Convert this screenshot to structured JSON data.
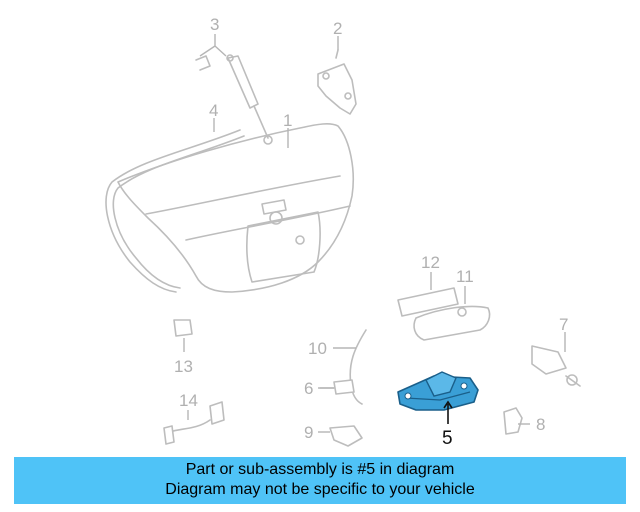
{
  "callouts": {
    "c1": "1",
    "c2": "2",
    "c3": "3",
    "c4": "4",
    "c5": "5",
    "c6": "6",
    "c7": "7",
    "c8": "8",
    "c9": "9",
    "c10": "10",
    "c11": "11",
    "c12": "12",
    "c13": "13",
    "c14": "14"
  },
  "highlight": {
    "part_number": "5",
    "color": "#3a9fd6",
    "banner_color": "#4fc3f7"
  },
  "banner": {
    "line1": "Part or sub-assembly is #5 in diagram",
    "line2": "Diagram may not be specific to your vehicle"
  }
}
